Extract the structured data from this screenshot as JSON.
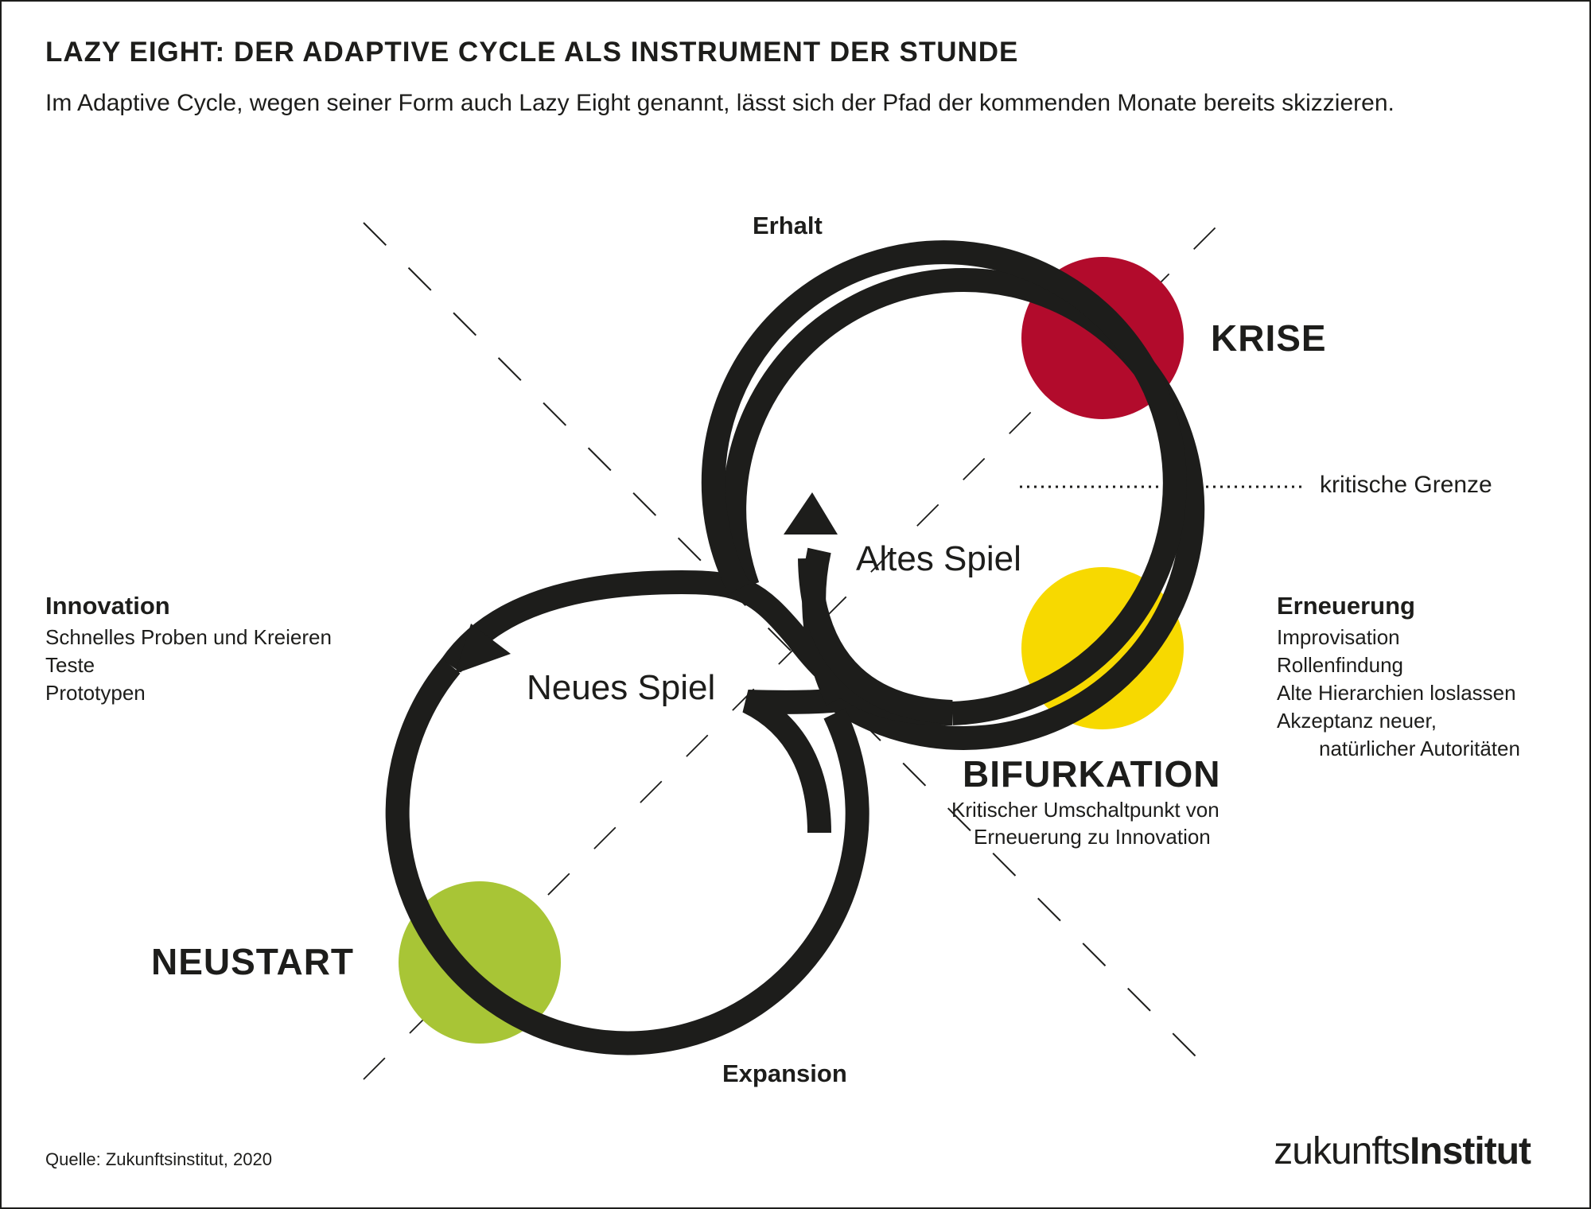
{
  "header": {
    "title": "LAZY EIGHT: DER ADAPTIVE CYCLE ALS INSTRUMENT DER STUNDE",
    "subtitle": "Im Adaptive Cycle, wegen seiner Form auch Lazy Eight genannt, lässt sich der Pfad der kommenden Monate bereits skizzieren."
  },
  "axes": {
    "top": "Erhalt",
    "bottom": "Expansion"
  },
  "phases": {
    "krise": "KRISE",
    "bifurkation": "BIFURKATION",
    "neustart": "NEUSTART"
  },
  "games": {
    "old": "Altes Spiel",
    "new": "Neues Spiel"
  },
  "critical_line": "kritische Grenze",
  "bifurkation_desc": [
    "Kritischer Umschaltpunkt von",
    "Erneuerung zu Innovation"
  ],
  "innovation": {
    "title": "Innovation",
    "items": [
      "Schnelles Proben und Kreieren",
      "Teste",
      "Prototypen"
    ]
  },
  "erneuerung": {
    "title": "Erneuerung",
    "items": [
      "Improvisation",
      "Rollenfindung",
      "Alte Hierarchien loslassen",
      "Akzeptanz neuer,",
      "natürlicher Autoritäten"
    ]
  },
  "footer": {
    "source": "Quelle: Zukunftsinstitut, 2020",
    "logo_regular": "zukunfts",
    "logo_bold": "Institut"
  },
  "colors": {
    "krise": "#b20b2c",
    "bifurkation": "#f7d900",
    "neustart": "#a8c536",
    "stroke": "#1d1d1b"
  }
}
